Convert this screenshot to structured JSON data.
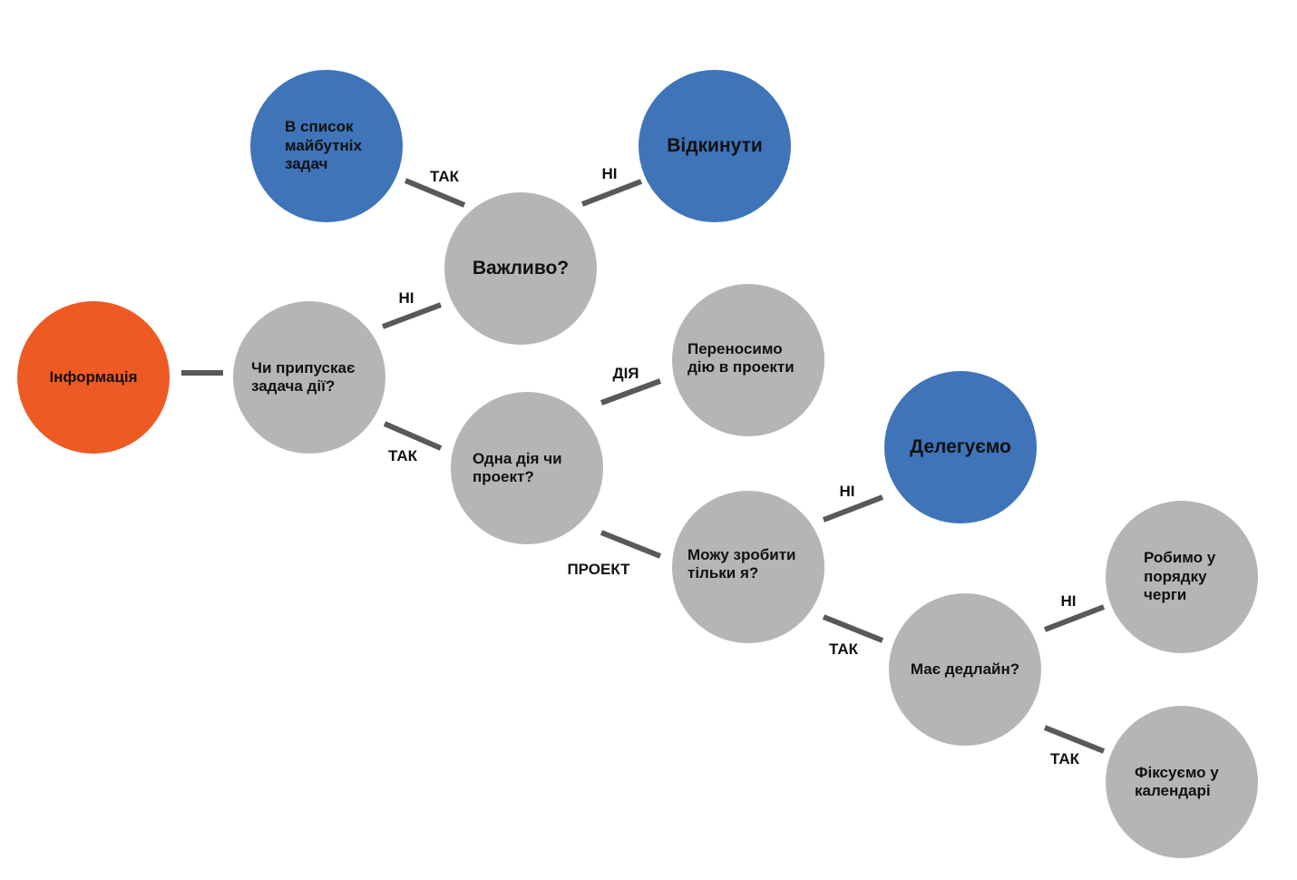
{
  "colors": {
    "start": "#ee5a24",
    "decision": "#b5b5b5",
    "terminal": "#3f74b8",
    "connector": "#595959"
  },
  "nodes": {
    "info": "Інформація",
    "allows_action": "Чи припускає\nзадача дії?",
    "important": "Важливо?",
    "future_list": "В список\nмайбутніх\nзадач",
    "discard": "Відкинути",
    "action_or_project": "Одна дія чи\nпроект?",
    "move_to_projects": "Переносимо\nдію в проекти",
    "only_me": "Можу зробити\nтільки я?",
    "delegate": "Делегуємо",
    "has_deadline": "Має дедлайн?",
    "in_order": "Робимо у\nпорядку\nчерги",
    "calendar": "Фіксуємо у\nкалендарі"
  },
  "edge_labels": {
    "allows_no": "НІ",
    "allows_yes": "ТАК",
    "important_yes": "ТАК",
    "important_no": "НІ",
    "action": "ДІЯ",
    "project": "ПРОЕКТ",
    "only_me_no": "НІ",
    "only_me_yes": "ТАК",
    "deadline_no": "НІ",
    "deadline_yes": "ТАК"
  }
}
